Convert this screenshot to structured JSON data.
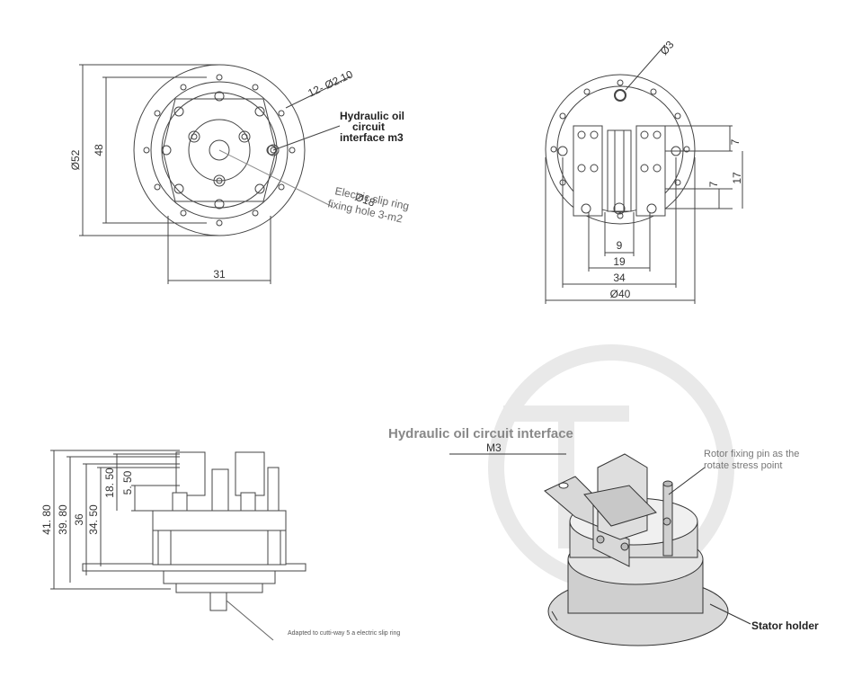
{
  "top_left": {
    "dim_diameter": "Ø52",
    "dim_height": "48",
    "dim_width": "31",
    "holes_label": "12- Ø2.10",
    "center_label": "Ø18",
    "hydraulic_label_1": "Hydraulic oil",
    "hydraulic_label_2": "circuit",
    "hydraulic_label_3": "interface m3",
    "slip_label_1": "Electric slip ring",
    "slip_label_2": "fixing hole 3-m2"
  },
  "top_right": {
    "dim_pin": "Ø3",
    "dim_7a": "7",
    "dim_17": "17",
    "dim_7b": "7",
    "dim_9": "9",
    "dim_19": "19",
    "dim_34": "34",
    "dim_40": "Ø40"
  },
  "bottom_left": {
    "dim_41_80": "41. 80",
    "dim_39_80": "39. 80",
    "dim_36": "36",
    "dim_34_50": "34. 50",
    "dim_18_50": "18. 50",
    "dim_5_50": "5. 50",
    "note": "Adapted to cutti-way 5 a electric slip ring"
  },
  "bottom_right": {
    "title": "Hydraulic oil circuit interface",
    "m3": "M3",
    "rotor_1": "Rotor fixing pin as the",
    "rotor_2": "rotate stress point",
    "stator": "Stator holder"
  },
  "colors": {
    "line": "#444444",
    "dim": "#555555",
    "watermark": "#e9e9e9",
    "metal": "#d9d9d9"
  }
}
